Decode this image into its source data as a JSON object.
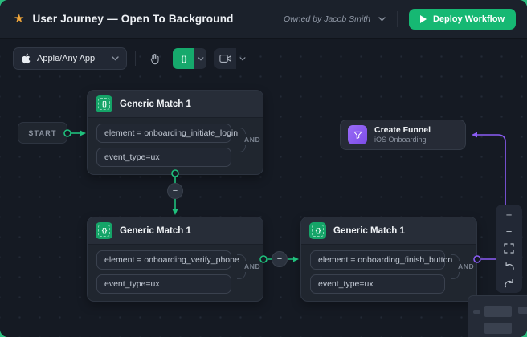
{
  "header": {
    "title": "User Journey — Open To Background",
    "owner": "Owned by Jacob Smith",
    "deploy_label": "Deploy Workflow"
  },
  "toolbar": {
    "app_selector_label": "Apple/Any App",
    "code_button_glyph": "{ }"
  },
  "canvas": {
    "start_label": "START",
    "operator_badge": "−",
    "nodes": {
      "match1": {
        "title": "Generic Match 1",
        "icon_glyph": "{ }",
        "field1": "element = onboarding_initiate_login",
        "field2": "event_type=ux",
        "operator": "AND"
      },
      "match2": {
        "title": "Generic Match 1",
        "icon_glyph": "{ }",
        "field1": "element = onboarding_verify_phone",
        "field2": "event_type=ux",
        "operator": "AND"
      },
      "match3": {
        "title": "Generic Match 1",
        "icon_glyph": "{ }",
        "field1": "element = onboarding_finish_button",
        "field2": "event_type=ux",
        "operator": "AND"
      },
      "funnel": {
        "title": "Create Funnel",
        "subtitle": "iOS Onboarding"
      }
    }
  },
  "zoom_panel": {
    "zoom_in": "+",
    "zoom_out": "−"
  },
  "colors": {
    "accent_green": "#16b873",
    "node_green": "#15a468",
    "accent_purple": "#8b5cf6",
    "star": "#f0a63a",
    "backdrop_green": "#2abd7e"
  }
}
